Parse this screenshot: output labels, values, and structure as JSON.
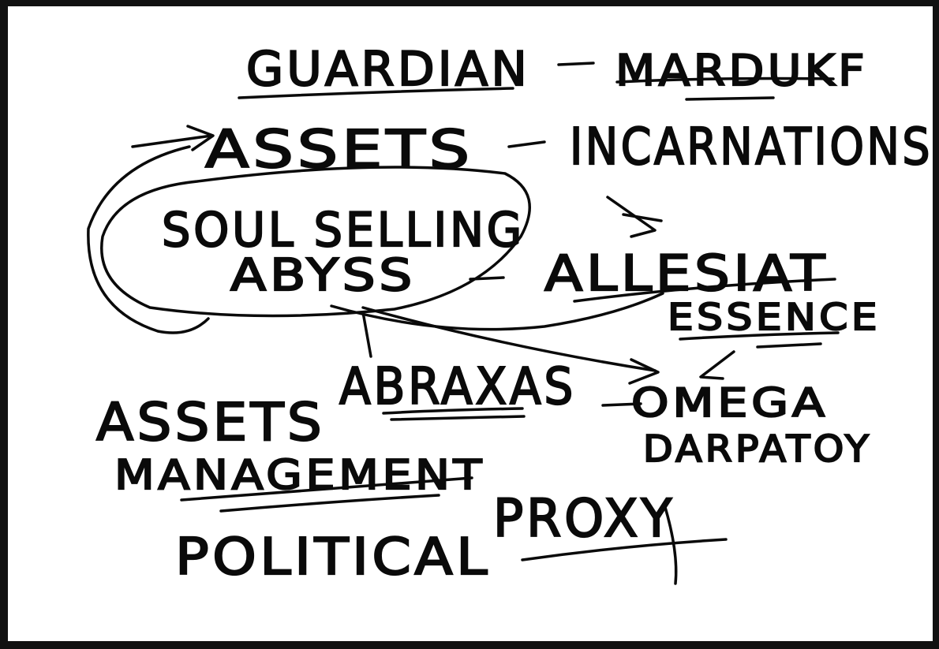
{
  "whiteboard": {
    "colors": {
      "background": "#ffffff",
      "ink": "#0a0a0a",
      "frame": "#111111"
    },
    "words": {
      "guardian": "GUARDIAN",
      "marduk": "MARDUKF",
      "assets_top": "ASSETS",
      "incarnations": "INCARNATIONS",
      "soul_selling": "SOUL SELLING",
      "abyss": "ABYSS",
      "allesiat": "ALLESIAT",
      "essence": "ESSENCE",
      "abraxas": "ABRAXAS",
      "assets_management_1": "ASSETS",
      "assets_management_2": "MANAGEMENT",
      "omega": "OMEGA",
      "darpatoy": "DARPATOY",
      "political": "POLITICAL",
      "proxy": "PROXY"
    }
  }
}
